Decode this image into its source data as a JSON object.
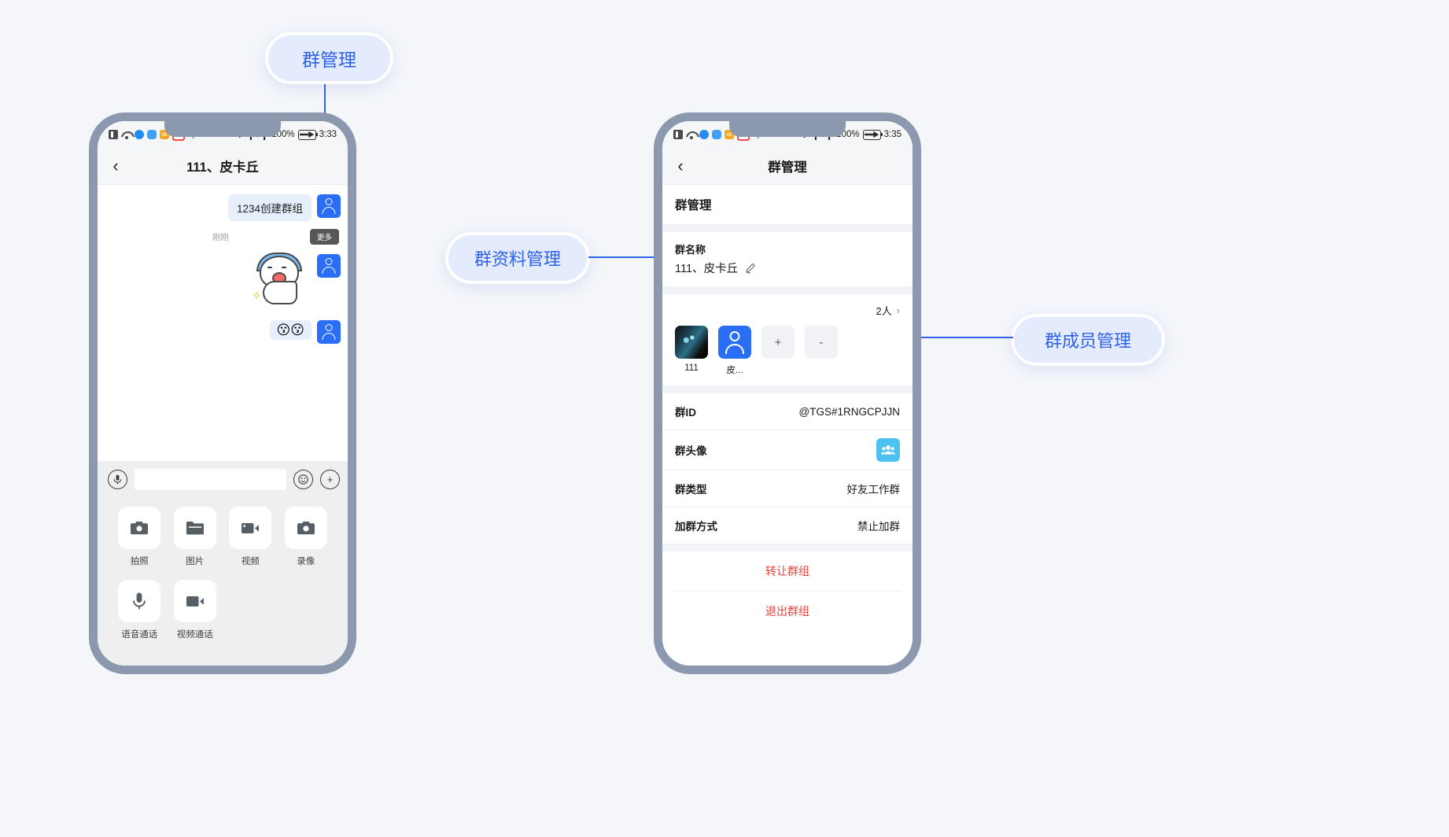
{
  "callouts": [
    {
      "id": "group-management",
      "label": "群管理"
    },
    {
      "id": "group-profile-management",
      "label": "群资料管理"
    },
    {
      "id": "group-member-management",
      "label": "群成员管理"
    }
  ],
  "left_phone": {
    "status_bar": {
      "battery_percent": "100%",
      "time": "3:33",
      "overflow": "···",
      "icons": [
        "document-icon",
        "wifi-icon",
        "browser-icon",
        "cloud-icon",
        "weibo-icon",
        "red-app-icon",
        "telegram-icon"
      ],
      "bluetooth_icon": "bluetooth-icon",
      "vibrate_icon": "vibrate-icon",
      "battery_icon": "battery-icon"
    },
    "nav": {
      "back_icon": "chevron-left-icon",
      "title": "111、皮卡丘"
    },
    "chat": {
      "messages": [
        {
          "type": "text",
          "text": "1234创建群组"
        },
        {
          "type": "more",
          "text": "更多"
        },
        {
          "type": "timestamp",
          "text": "刚刚"
        },
        {
          "type": "sticker",
          "text": ""
        },
        {
          "type": "emoji",
          "text": "😗😗"
        }
      ]
    },
    "input_bar": {
      "voice_icon": "microphone-icon",
      "field_value": "",
      "field_placeholder": "",
      "emoji_icon": "smiley-icon",
      "plus_icon": "plus-icon"
    },
    "panel": {
      "items": [
        {
          "icon": "camera-icon",
          "label": "拍照"
        },
        {
          "icon": "folder-icon",
          "label": "图片"
        },
        {
          "icon": "video-camera-icon",
          "label": "视频"
        },
        {
          "icon": "camera-record-icon",
          "label": "录像"
        },
        {
          "icon": "microphone-icon",
          "label": "语音通话"
        },
        {
          "icon": "video-call-icon",
          "label": "视频通话"
        }
      ]
    }
  },
  "right_phone": {
    "status_bar": {
      "battery_percent": "100%",
      "time": "3:35",
      "overflow": "···"
    },
    "nav": {
      "back_icon": "chevron-left-icon",
      "title": "群管理"
    },
    "section_title": "群管理",
    "group_name": {
      "label": "群名称",
      "value": "111、皮卡丘",
      "edit_icon": "pencil-icon"
    },
    "members": {
      "count_label": "2人",
      "chevron": "›",
      "list": [
        {
          "name": "111",
          "avatar": "photo-avatar"
        },
        {
          "name": "皮...",
          "avatar": "blue-person-avatar"
        }
      ],
      "add_label": "+",
      "remove_label": "-"
    },
    "rows": [
      {
        "label": "群ID",
        "value": "@TGS#1RNGCPJJN",
        "type": "text"
      },
      {
        "label": "群头像",
        "value": "",
        "type": "avatar",
        "avatar_icon": "group-avatar-icon"
      },
      {
        "label": "群类型",
        "value": "好友工作群",
        "type": "text"
      },
      {
        "label": "加群方式",
        "value": "禁止加群",
        "type": "text"
      }
    ],
    "actions": [
      {
        "label": "转让群组"
      },
      {
        "label": "退出群组"
      }
    ]
  },
  "colors": {
    "accent": "#2f62e8",
    "callout_bg": "#e3ebfd",
    "danger": "#e2443a",
    "phone_frame": "#8b98ae",
    "page_bg": "#f4f6fa"
  }
}
